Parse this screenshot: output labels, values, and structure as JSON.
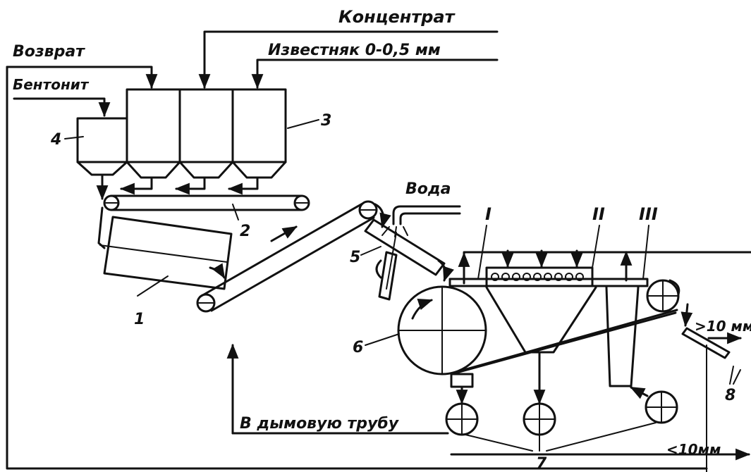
{
  "labels": {
    "concentrate": "Концентрат",
    "return": "Возврат",
    "limestone": "Известняк  0-0,5 мм",
    "bentonite": "Бентонит",
    "water": "Вода",
    "chimney": "В дымовую трубу",
    "coarse": ">10 мм",
    "fine": "<10мм"
  },
  "numbers": {
    "n1": "1",
    "n2": "2",
    "n3": "3",
    "n4": "4",
    "n5": "5",
    "n6": "6",
    "n7": "7",
    "n8": "8"
  },
  "zones": {
    "z1": "I",
    "z2": "II",
    "z3": "III"
  }
}
